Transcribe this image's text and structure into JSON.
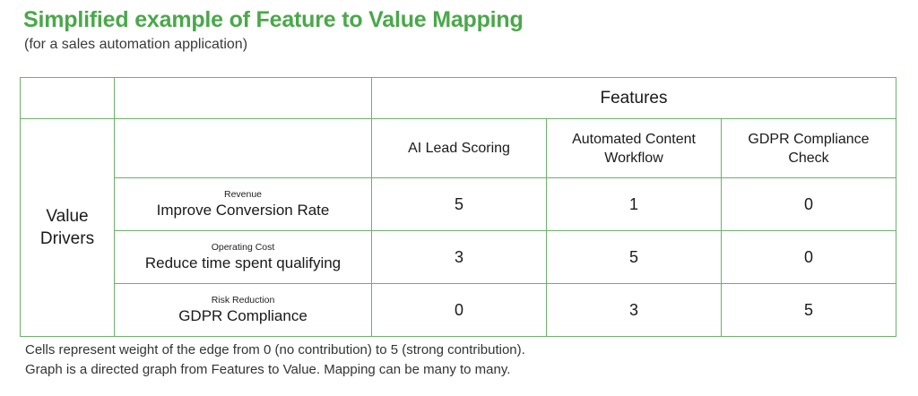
{
  "header": {
    "title": "Simplified example of Feature to Value Mapping",
    "subtitle": "(for a sales automation application)",
    "title_color": "#4aa84a"
  },
  "table": {
    "border_color": "#6cb16c",
    "features_group_label": "Features",
    "row_group_label": "Value\nDrivers",
    "row_group_label_line1": "Value",
    "row_group_label_line2": "Drivers",
    "feature_columns": [
      {
        "label_line1": "AI Lead Scoring",
        "label_line2": ""
      },
      {
        "label_line1": "Automated Content",
        "label_line2": "Workflow"
      },
      {
        "label_line1": "GDPR Compliance",
        "label_line2": "Check"
      }
    ],
    "rows": [
      {
        "kicker": "Revenue",
        "label": "Improve Conversion Rate",
        "scores": [
          "5",
          "1",
          "0"
        ]
      },
      {
        "kicker": "Operating Cost",
        "label": "Reduce time spent qualifying",
        "scores": [
          "3",
          "5",
          "0"
        ]
      },
      {
        "kicker": "Risk Reduction",
        "label": "GDPR Compliance",
        "scores": [
          "0",
          "3",
          "5"
        ]
      }
    ]
  },
  "footnote": {
    "line1": "Cells represent weight of the edge from 0 (no contribution) to 5 (strong contribution).",
    "line2": "Graph is a directed graph from Features to Value. Mapping can be many to many."
  }
}
